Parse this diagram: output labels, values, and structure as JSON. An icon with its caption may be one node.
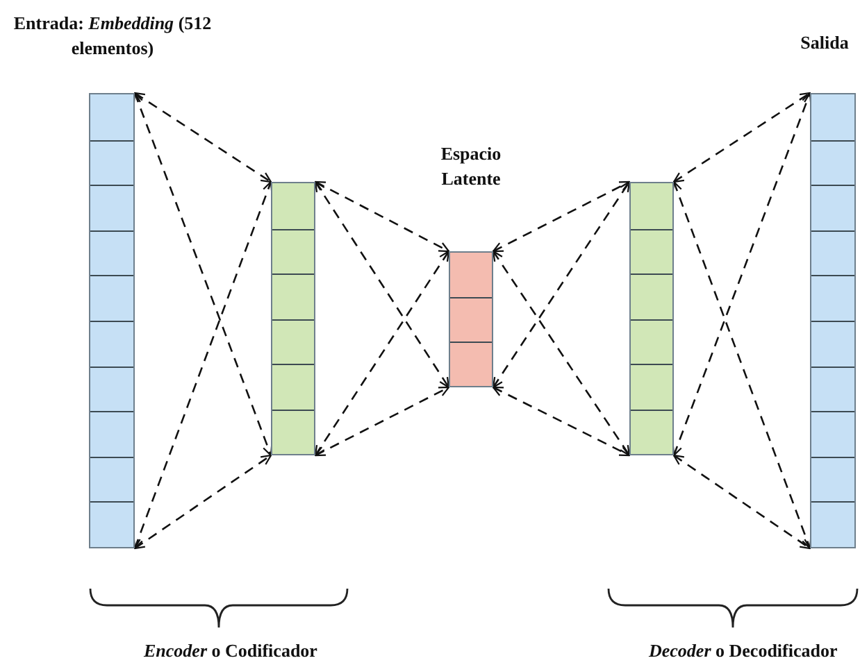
{
  "diagram": {
    "nodes": [
      {
        "text": [
          "Entrada: *Embedding* (512 elementos)"
        ]
      },
      {
        "text": [],
        "shape": "bar"
      },
      {
        "text": [
          "Espacio Latente"
        ]
      },
      {
        "text": [],
        "shape": "bar"
      },
      {
        "text": [
          "Salida"
        ]
      }
    ],
    "edges": [
      {
        "from": 0,
        "to": 1,
        "arrow": "both",
        "style": "dashed"
      },
      {
        "from": 0,
        "to": 1,
        "arrow": "both",
        "style": "dashed"
      },
      {
        "from": 0,
        "to": 1,
        "arrow": "both",
        "style": "dashed"
      },
      {
        "from": 0,
        "to": 1,
        "arrow": "both",
        "style": "dashed"
      },
      {
        "from": 1,
        "to": 2,
        "arrow": "both",
        "style": "dashed"
      },
      {
        "from": 1,
        "to": 2,
        "arrow": "both",
        "style": "dashed"
      },
      {
        "from": 1,
        "to": 2,
        "arrow": "both",
        "style": "dashed"
      },
      {
        "from": 1,
        "to": 2,
        "arrow": "both",
        "style": "dashed"
      },
      {
        "from": 2,
        "to": 3,
        "arrow": "both",
        "style": "dashed"
      },
      {
        "from": 2,
        "to": 3,
        "arrow": "both",
        "style": "dashed"
      },
      {
        "from": 2,
        "to": 3,
        "arrow": "both",
        "style": "dashed"
      },
      {
        "from": 2,
        "to": 3,
        "arrow": "both",
        "style": "dashed"
      },
      {
        "from": 3,
        "to": 4,
        "arrow": "both",
        "style": "dashed"
      },
      {
        "from": 3,
        "to": 4,
        "arrow": "both",
        "style": "dashed"
      },
      {
        "from": 3,
        "to": 4,
        "arrow": "both",
        "style": "dashed"
      },
      {
        "from": 3,
        "to": 4,
        "arrow": "both",
        "style": "dashed"
      }
    ],
    "labels": [
      "*Encoder* o Codificador",
      "*Decoder* o Decodificador"
    ]
  }
}
